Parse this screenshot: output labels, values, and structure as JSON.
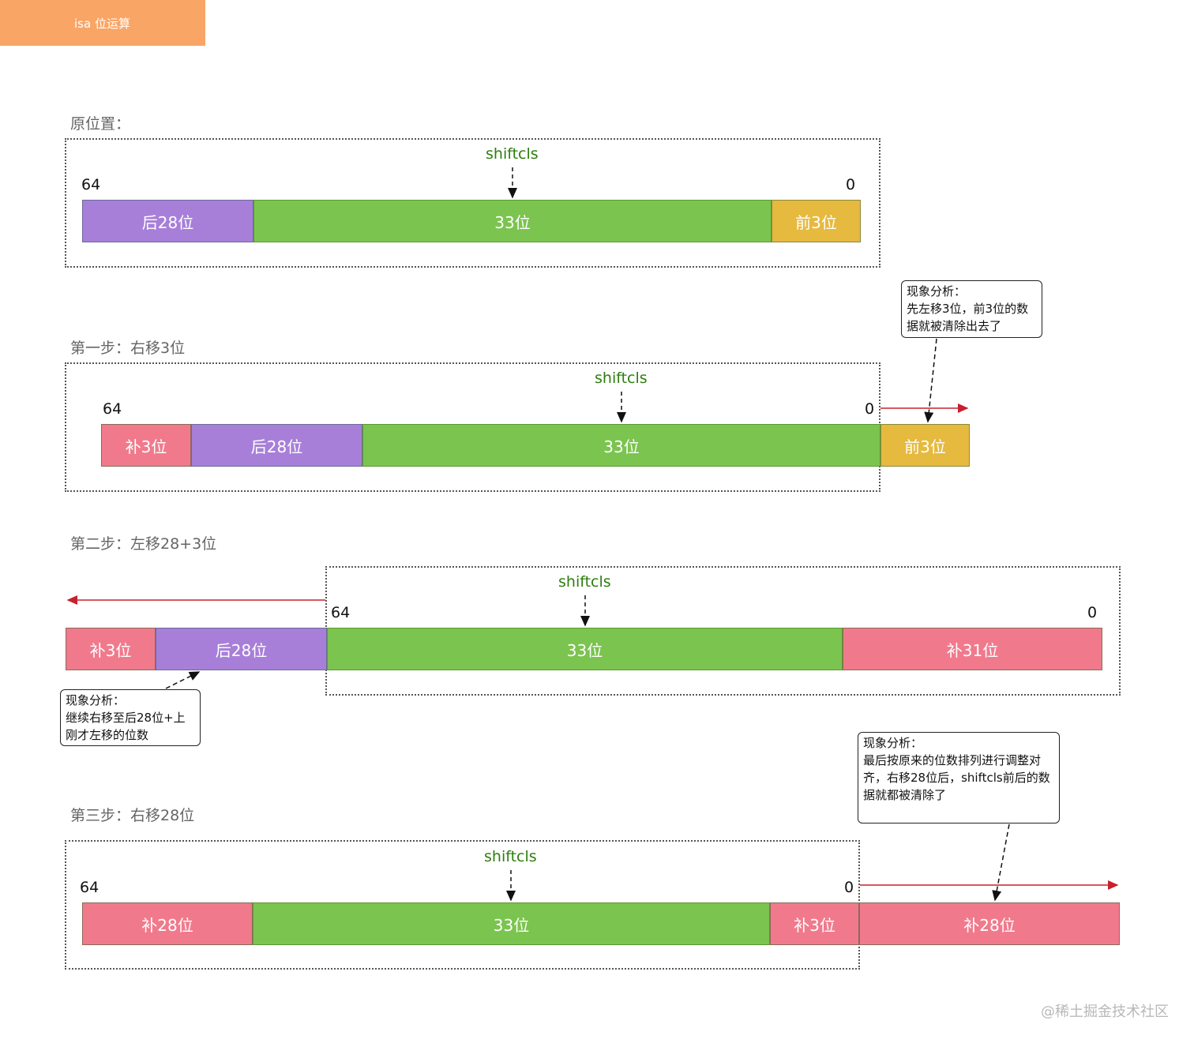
{
  "header": {
    "tab_title": "isa 位运算"
  },
  "labels": {
    "shiftcls": "shiftcls",
    "bit_high": "64",
    "bit_low": "0"
  },
  "original": {
    "title": "原位置：",
    "segments": [
      "后28位",
      "33位",
      "前3位"
    ]
  },
  "step1": {
    "title": "第一步：右移3位",
    "segments": [
      "补3位",
      "后28位",
      "33位",
      "前3位"
    ],
    "note": [
      "现象分析：",
      "先左移3位，前3位的数",
      "据就被清除出去了"
    ]
  },
  "step2": {
    "title": "第二步：左移28+3位",
    "segments": [
      "补3位",
      "后28位",
      "33位",
      "补31位"
    ],
    "note": [
      "现象分析：",
      "继续右移至后28位+上",
      "刚才左移的位数"
    ]
  },
  "step3": {
    "title": "第三步：右移28位",
    "segments": [
      "补28位",
      "33位",
      "补3位",
      "补28位"
    ],
    "note": [
      "现象分析：",
      "最后按原来的位数排列进行调整对",
      "齐，右移28位后，shiftcls前后的数",
      "据就都被清除了"
    ]
  },
  "footer": {
    "watermark": "@稀土掘金技术社区"
  },
  "colors": {
    "tab": "#f9a566",
    "purple": "#a77fd8",
    "green": "#7bc44f",
    "yellow": "#e6b93f",
    "pink": "#f07a8c",
    "shiftcls_text": "#2e7d0e",
    "arrow_red": "#c8202e"
  }
}
